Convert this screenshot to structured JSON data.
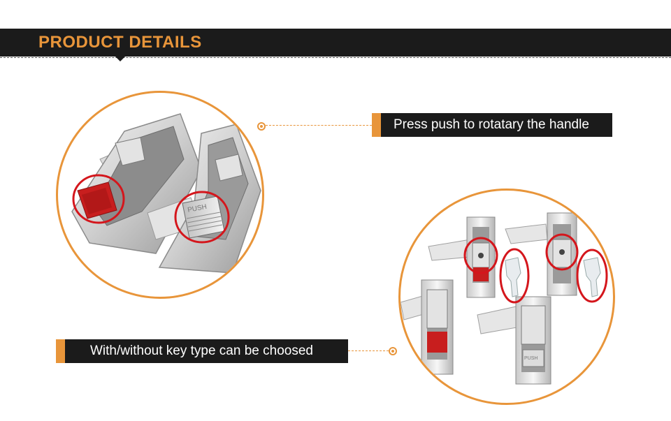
{
  "header": {
    "title": "PRODUCT  DETAILS"
  },
  "callouts": {
    "top": "Press push to rotatary the handle",
    "bottom": "With/without key type can be choosed"
  },
  "product_images": {
    "top_left": {
      "push_button_label": "PUSH"
    },
    "bottom_right": {
      "push_button_label": "PUSH"
    }
  },
  "colors": {
    "accent": "#e8953a",
    "header_bg": "#1b1b1b",
    "highlight_ring": "#d4161c",
    "button_red": "#c81e1e"
  }
}
